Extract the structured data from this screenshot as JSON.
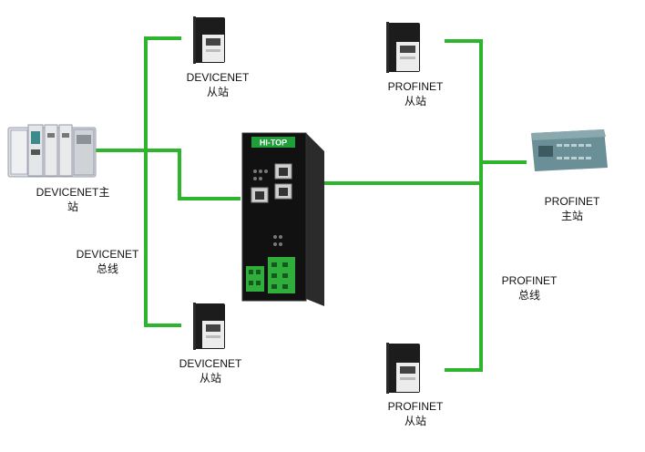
{
  "labels": {
    "devicenet_master_1": "DEVICENET主",
    "devicenet_master_2": "站",
    "devicenet_bus_1": "DEVICENET",
    "devicenet_bus_2": "总线",
    "devicenet_slave_top_1": "DEVICENET",
    "devicenet_slave_top_2": "从站",
    "devicenet_slave_bottom_1": "DEVICENET",
    "devicenet_slave_bottom_2": "从站",
    "profinet_slave_top_1": "PROFINET",
    "profinet_slave_top_2": "从站",
    "profinet_slave_bottom_1": "PROFINET",
    "profinet_slave_bottom_2": "从站",
    "profinet_master_1": "PROFINET",
    "profinet_master_2": "主站",
    "profinet_bus_1": "PROFINET",
    "profinet_bus_2": "总线"
  },
  "gateway": {
    "brand": "HI-TOP"
  },
  "colors": {
    "line": "#2db52d",
    "device_dark": "#1c1c1c",
    "plc_teal": "#6b8f96"
  }
}
